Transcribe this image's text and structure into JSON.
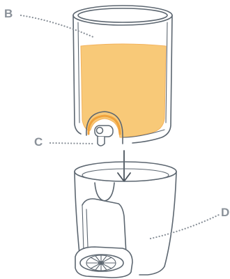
{
  "labels": {
    "b": "B",
    "c": "C",
    "d": "D"
  },
  "parts": {
    "upper": "dispenser-jar",
    "lower": "dispenser-base",
    "connector": "insert-arrow"
  },
  "colors": {
    "outline": "#5c6670",
    "liquid": "#f8c978",
    "liquid_edge": "#f3b25c",
    "spout_accent": "#f0a23c",
    "leader": "#8a9199",
    "label": "#8a9199",
    "background": "#ffffff"
  }
}
